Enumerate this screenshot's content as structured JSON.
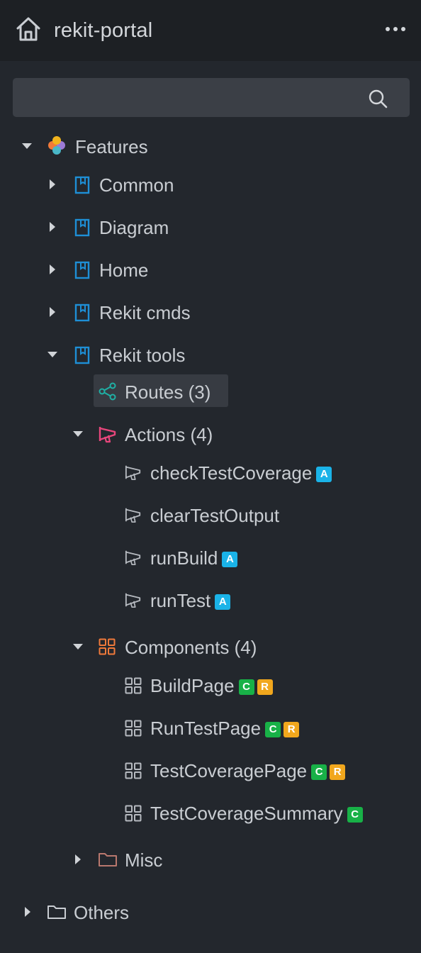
{
  "header": {
    "title": "rekit-portal",
    "home_icon": "home-icon",
    "more_icon": "more-icon"
  },
  "search": {
    "value": "",
    "placeholder": ""
  },
  "tree": {
    "features": "Features",
    "common": "Common",
    "diagram": "Diagram",
    "home": "Home",
    "rekit_cmds": "Rekit cmds",
    "rekit_tools": "Rekit tools",
    "routes": "Routes (3)",
    "actions": "Actions (4)",
    "action_items": [
      {
        "label": "checkTestCoverage",
        "badges": [
          "A"
        ]
      },
      {
        "label": "clearTestOutput",
        "badges": []
      },
      {
        "label": "runBuild",
        "badges": [
          "A"
        ]
      },
      {
        "label": "runTest",
        "badges": [
          "A"
        ]
      }
    ],
    "components": "Components (4)",
    "component_items": [
      {
        "label": "BuildPage",
        "badges": [
          "C",
          "R"
        ]
      },
      {
        "label": "RunTestPage",
        "badges": [
          "C",
          "R"
        ]
      },
      {
        "label": "TestCoveragePage",
        "badges": [
          "C",
          "R"
        ]
      },
      {
        "label": "TestCoverageSummary",
        "badges": [
          "C"
        ]
      }
    ],
    "misc": "Misc",
    "others": "Others"
  },
  "colors": {
    "background": "#23272d",
    "header_bg": "#1d2024",
    "feature_icon": "#1e8fd6",
    "routes_icon": "#1fb0a5",
    "actions_icon": "#e8467c",
    "components_icon": "#f07a3a",
    "badge_a": "#1ab3e8",
    "badge_c": "#18b147",
    "badge_r": "#f1a71d"
  }
}
